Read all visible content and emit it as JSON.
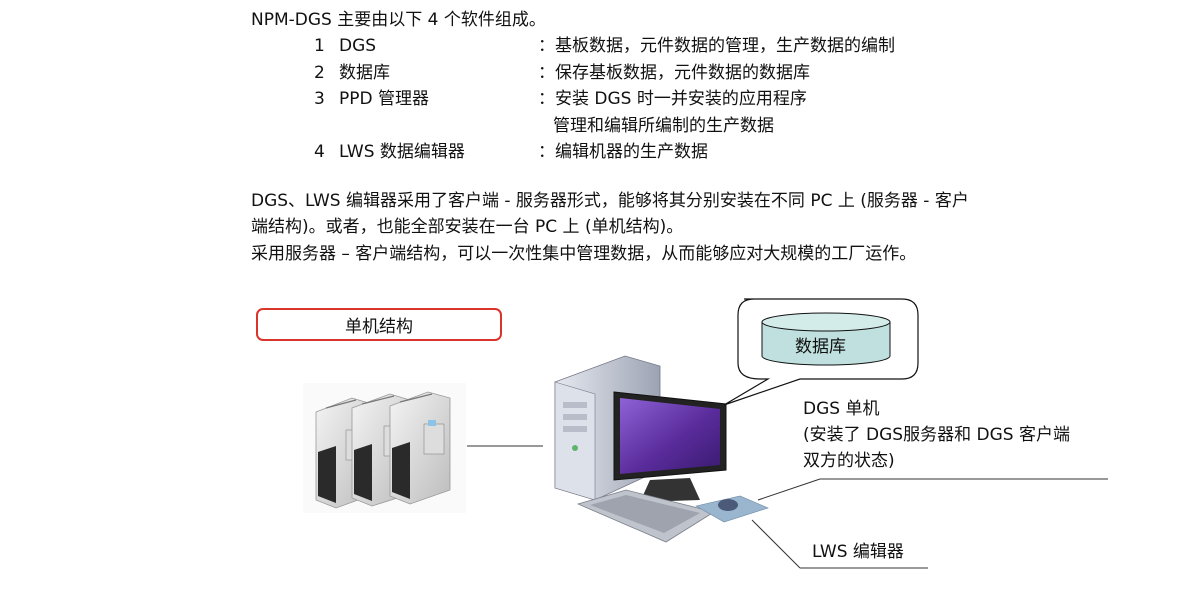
{
  "intro": "NPM-DGS 主要由以下 4 个软件组成。",
  "components": [
    {
      "num": "1",
      "name": "DGS",
      "desc": [
        "：基板数据，元件数据的管理，生产数据的编制"
      ]
    },
    {
      "num": "2",
      "name": "数据库",
      "desc": [
        "：保存基板数据，元件数据的数据库"
      ]
    },
    {
      "num": "3",
      "name": "PPD 管理器",
      "desc": [
        "：安装 DGS 时一并安装的应用程序",
        "管理和编辑所编制的生产数据"
      ]
    },
    {
      "num": "4",
      "name": "LWS 数据编辑器",
      "desc": [
        "：编辑机器的生产数据"
      ]
    }
  ],
  "paragraph": {
    "line1": "DGS、LWS 编辑器采用了客户端 - 服务器形式，能够将其分别安装在不同 PC 上 (服务器 - 客户",
    "line2": "端结构)。或者，也能全部安装在一台 PC 上 (单机结构)。",
    "line3": "采用服务器 – 客户端结构，可以一次性集中管理数据，从而能够应对大规模的工厂运作。"
  },
  "diagram": {
    "standalone_label": "单机结构",
    "database_label": "数据库",
    "pc_label_1": "DGS 单机",
    "pc_label_2": "(安装了 DGS服务器和 DGS 客户端",
    "pc_label_3": "双方的状态)",
    "lws_label": "LWS 编辑器"
  },
  "colors": {
    "label_border": "#d9352b",
    "db_fill": "#bfe0df",
    "screen": "#5a2c9c"
  }
}
